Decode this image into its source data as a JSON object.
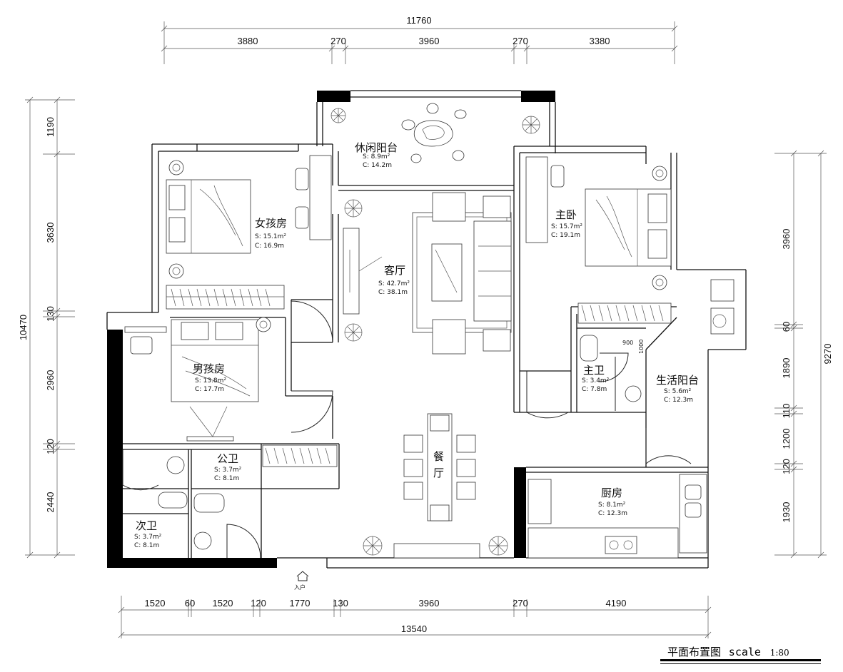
{
  "title": "平面布置图",
  "scale_word": "scale",
  "scale_ratio": "1:80",
  "entrance_label": "入户",
  "dims": {
    "top_total": "11760",
    "top": [
      "3880",
      "270",
      "3960",
      "270",
      "3380"
    ],
    "bottom": [
      "1520",
      "60",
      "1520",
      "120",
      "1770",
      "130",
      "3960",
      "270",
      "4190"
    ],
    "bottom_total": "13540",
    "left_total": "10470",
    "left": [
      "1190",
      "3630",
      "130",
      "2960",
      "120",
      "2440"
    ],
    "right_total": "9270",
    "right": [
      "3960",
      "60",
      "1890",
      "110",
      "1200",
      "120",
      "1930"
    ],
    "shower": [
      "900",
      "1000"
    ]
  },
  "rooms": [
    {
      "id": "leisure-balcony",
      "name": "休闲阳台",
      "s": "S: 8.9m²",
      "c": "C: 14.2m"
    },
    {
      "id": "girls-room",
      "name": "女孩房",
      "s": "S: 15.1m²",
      "c": "C: 16.9m"
    },
    {
      "id": "living-room",
      "name": "客厅",
      "s": "S: 42.7m²",
      "c": "C: 38.1m"
    },
    {
      "id": "master-bedroom",
      "name": "主卧",
      "s": "S: 15.7m²",
      "c": "C: 19.1m"
    },
    {
      "id": "boys-room",
      "name": "男孩房",
      "s": "S: 13.8m²",
      "c": "C: 17.7m"
    },
    {
      "id": "master-bath",
      "name": "主卫",
      "s": "S: 3.4m²",
      "c": "C: 7.8m"
    },
    {
      "id": "utility-balcony",
      "name": "生活阳台",
      "s": "S: 5.6m²",
      "c": "C: 12.3m"
    },
    {
      "id": "public-bath",
      "name": "公卫",
      "s": "S: 3.7m²",
      "c": "C: 8.1m"
    },
    {
      "id": "dining-room",
      "name": "餐厅",
      "s": "",
      "c": ""
    },
    {
      "id": "kitchen",
      "name": "厨房",
      "s": "S: 8.1m²",
      "c": "C: 12.3m"
    },
    {
      "id": "second-bath",
      "name": "次卫",
      "s": "S: 3.7m²",
      "c": "C: 8.1m"
    }
  ]
}
